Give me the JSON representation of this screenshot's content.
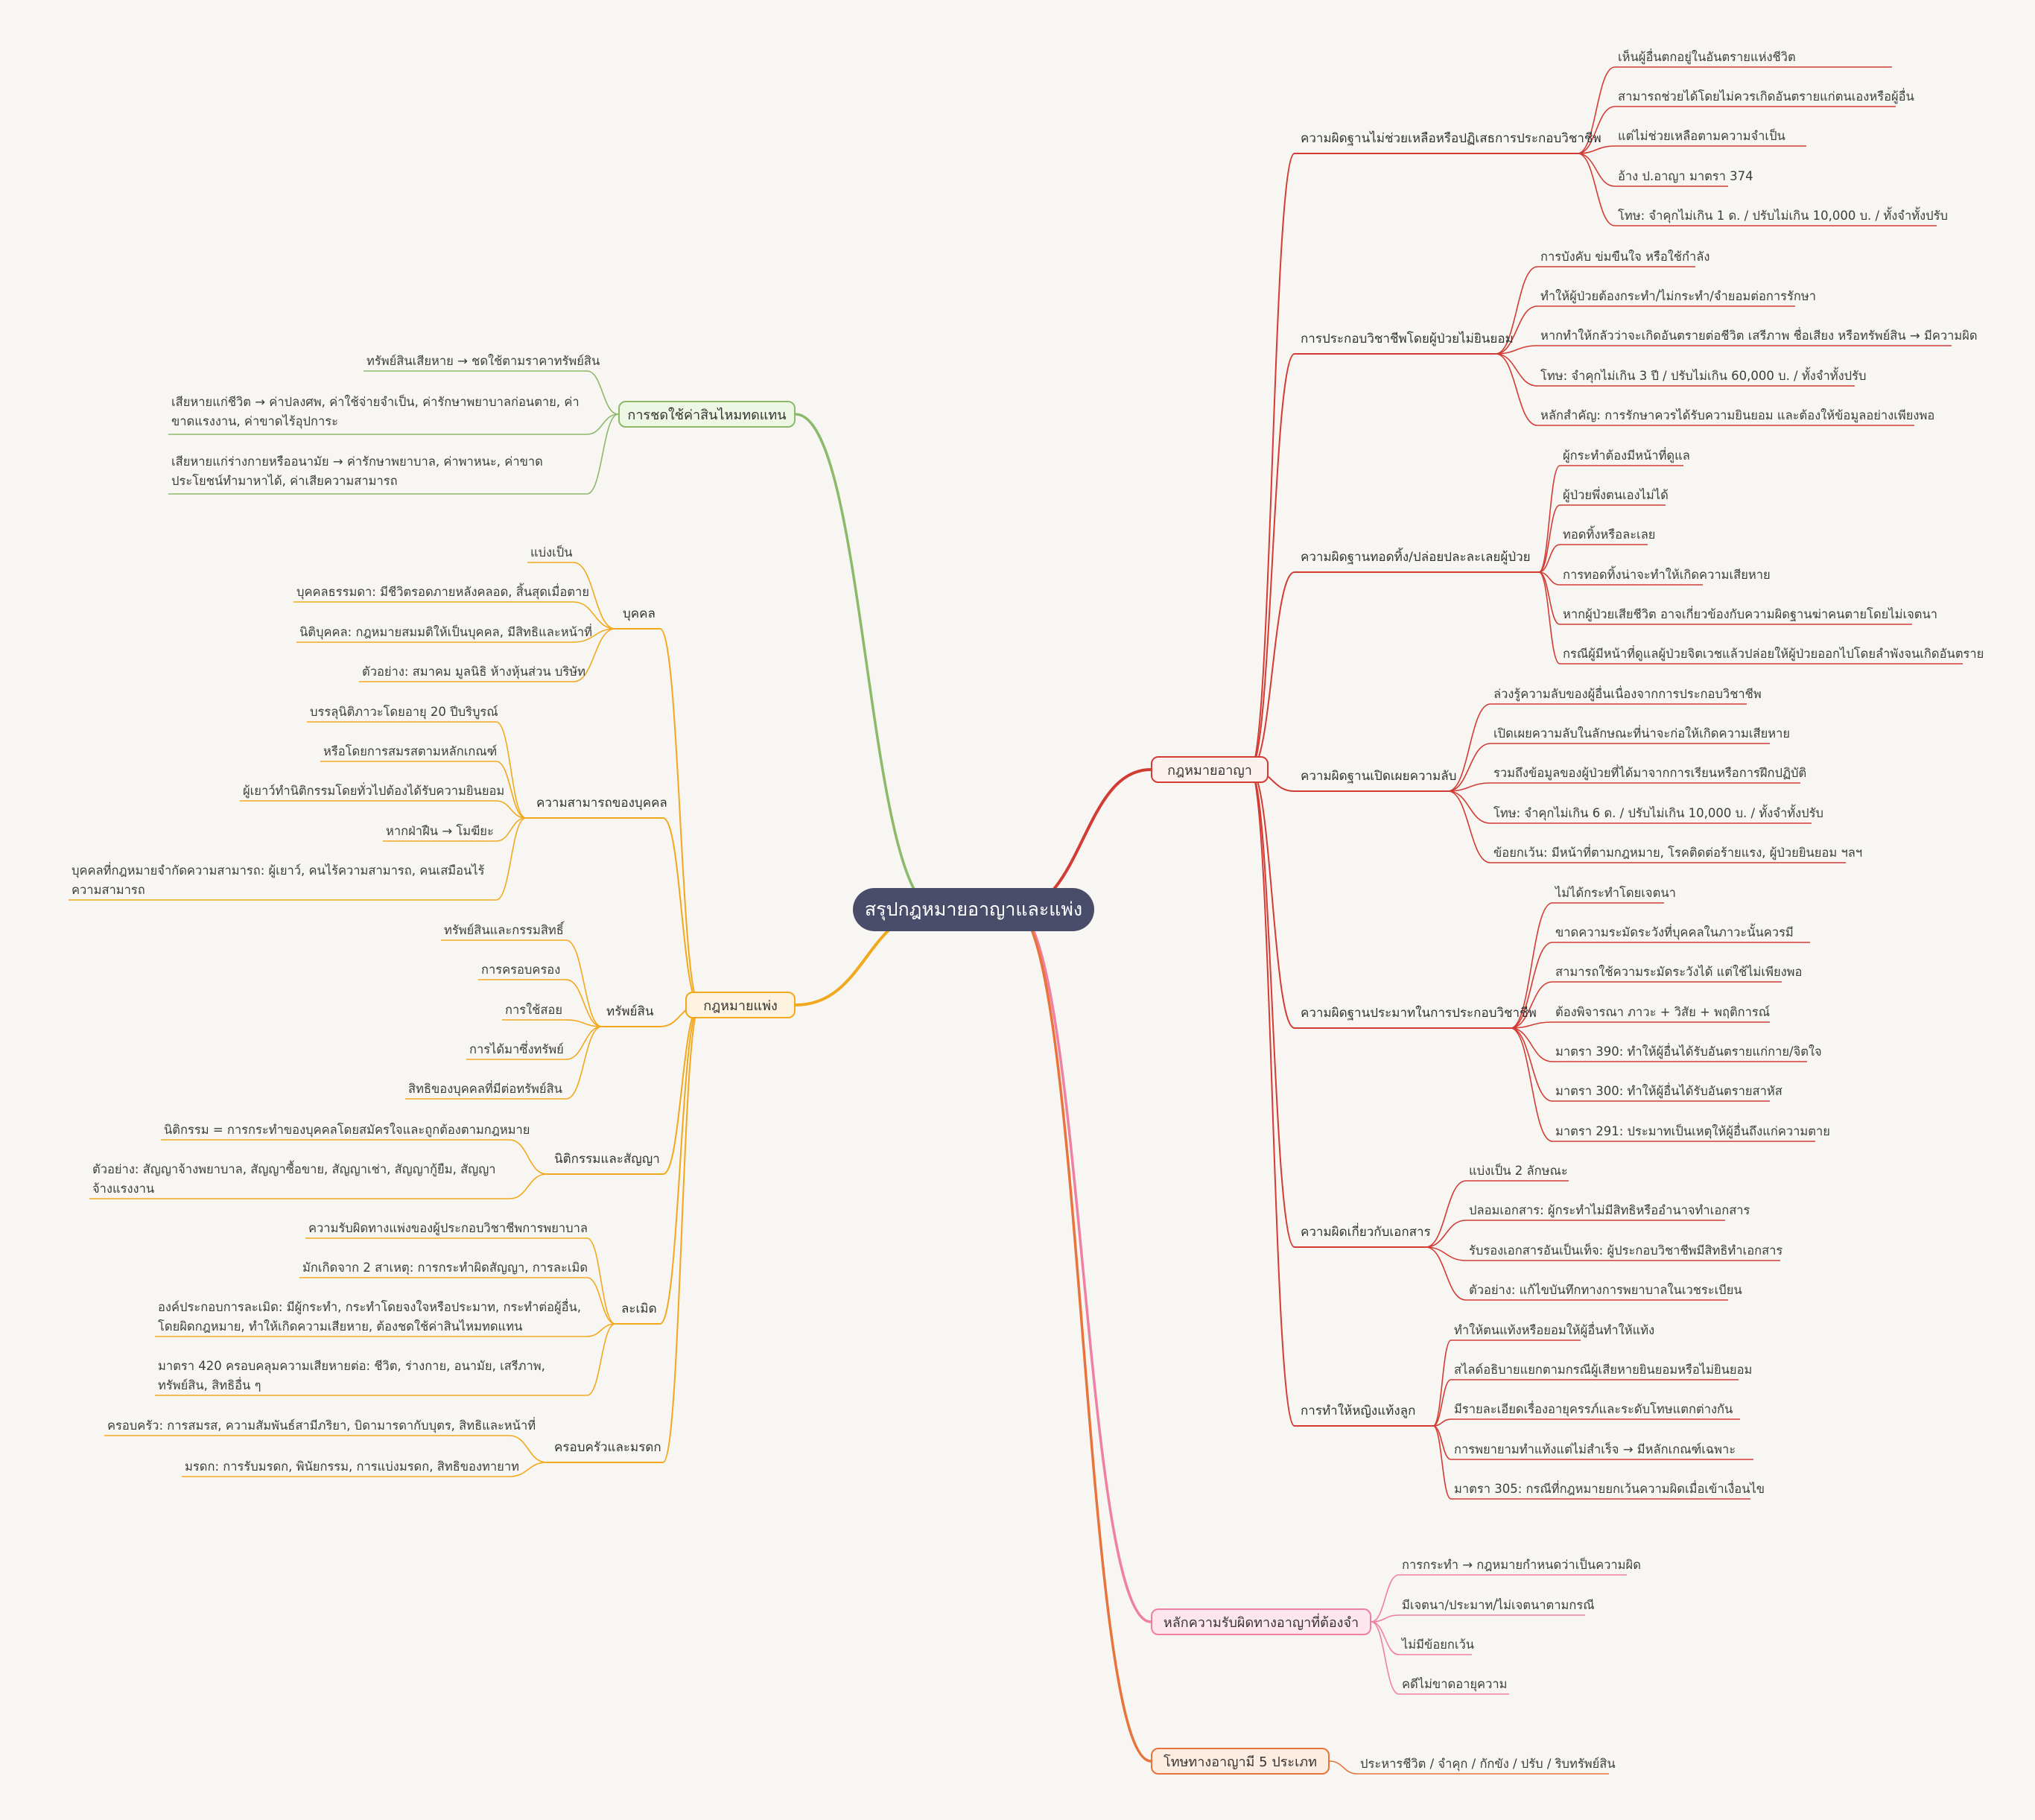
{
  "root": "สรุปกฎหมายอาญาและแพ่ง",
  "colors": {
    "root_bg": "#4a4d6a",
    "criminal": "#d23c34",
    "civil": "#f2a81d",
    "compensation": "#8cb96a",
    "principle": "#ef7fa3",
    "penalty": "#e8743b"
  },
  "branches": {
    "criminal": {
      "label": "กฎหมายอาญา",
      "groups": [
        {
          "label": "ความผิดฐานไม่ช่วยเหลือหรือปฏิเสธการประกอบวิชาชีพ",
          "items": [
            "เห็นผู้อื่นตกอยู่ในอันตรายแห่งชีวิต",
            "สามารถช่วยได้โดยไม่ควรเกิดอันตรายแก่ตนเองหรือผู้อื่น",
            "แต่ไม่ช่วยเหลือตามความจำเป็น",
            "อ้าง ป.อาญา มาตรา 374",
            "โทษ: จำคุกไม่เกิน 1 ด. / ปรับไม่เกิน 10,000 บ. / ทั้งจำทั้งปรับ"
          ]
        },
        {
          "label": "การประกอบวิชาชีพโดยผู้ป่วยไม่ยินยอม",
          "items": [
            "การบังคับ ข่มขืนใจ หรือใช้กำลัง",
            "ทำให้ผู้ป่วยต้องกระทำ/ไม่กระทำ/จำยอมต่อการรักษา",
            "หากทำให้กลัวว่าจะเกิดอันตรายต่อชีวิต เสรีภาพ ชื่อเสียง หรือทรัพย์สิน → มีความผิด",
            "โทษ: จำคุกไม่เกิน 3 ปี / ปรับไม่เกิน 60,000 บ. / ทั้งจำทั้งปรับ",
            "หลักสำคัญ: การรักษาควรได้รับความยินยอม และต้องให้ข้อมูลอย่างเพียงพอ"
          ]
        },
        {
          "label": "ความผิดฐานทอดทิ้ง/ปล่อยปละละเลยผู้ป่วย",
          "items": [
            "ผู้กระทำต้องมีหน้าที่ดูแล",
            "ผู้ป่วยพึ่งตนเองไม่ได้",
            "ทอดทิ้งหรือละเลย",
            "การทอดทิ้งน่าจะทำให้เกิดความเสียหาย",
            "หากผู้ป่วยเสียชีวิต อาจเกี่ยวข้องกับความผิดฐานฆ่าคนตายโดยไม่เจตนา",
            "กรณีผู้มีหน้าที่ดูแลผู้ป่วยจิตเวชแล้วปล่อยให้ผู้ป่วยออกไปโดยลำพังจนเกิดอันตราย"
          ]
        },
        {
          "label": "ความผิดฐานเปิดเผยความลับ",
          "items": [
            "ล่วงรู้ความลับของผู้อื่นเนื่องจากการประกอบวิชาชีพ",
            "เปิดเผยความลับในลักษณะที่น่าจะก่อให้เกิดความเสียหาย",
            "รวมถึงข้อมูลของผู้ป่วยที่ได้มาจากการเรียนหรือการฝึกปฏิบัติ",
            "โทษ: จำคุกไม่เกิน 6 ด. / ปรับไม่เกิน 10,000 บ. / ทั้งจำทั้งปรับ",
            "ข้อยกเว้น: มีหน้าที่ตามกฎหมาย, โรคติดต่อร้ายแรง, ผู้ป่วยยินยอม ฯลฯ"
          ]
        },
        {
          "label": "ความผิดฐานประมาทในการประกอบวิชาชีพ",
          "items": [
            "ไม่ได้กระทำโดยเจตนา",
            "ขาดความระมัดระวังที่บุคคลในภาวะนั้นควรมี",
            "สามารถใช้ความระมัดระวังได้ แต่ใช้ไม่เพียงพอ",
            "ต้องพิจารณา ภาวะ + วิสัย + พฤติการณ์",
            "มาตรา 390: ทำให้ผู้อื่นได้รับอันตรายแก่กาย/จิตใจ",
            "มาตรา 300: ทำให้ผู้อื่นได้รับอันตรายสาหัส",
            "มาตรา 291: ประมาทเป็นเหตุให้ผู้อื่นถึงแก่ความตาย"
          ]
        },
        {
          "label": "ความผิดเกี่ยวกับเอกสาร",
          "items": [
            "แบ่งเป็น 2 ลักษณะ",
            "ปลอมเอกสาร: ผู้กระทำไม่มีสิทธิหรืออำนาจทำเอกสาร",
            "รับรองเอกสารอันเป็นเท็จ: ผู้ประกอบวิชาชีพมีสิทธิทำเอกสาร",
            "ตัวอย่าง: แก้ไขบันทึกทางการพยาบาลในเวชระเบียน"
          ]
        },
        {
          "label": "การทำให้หญิงแท้งลูก",
          "items": [
            "ทำให้ตนแท้งหรือยอมให้ผู้อื่นทำให้แท้ง",
            "สไลด์อธิบายแยกตามกรณีผู้เสียหายยินยอมหรือไม่ยินยอม",
            "มีรายละเอียดเรื่องอายุครรภ์และระดับโทษแตกต่างกัน",
            "การพยายามทำแท้งแต่ไม่สำเร็จ → มีหลักเกณฑ์เฉพาะ",
            "มาตรา 305: กรณีที่กฎหมายยกเว้นความผิดเมื่อเข้าเงื่อนไข"
          ]
        }
      ]
    },
    "principle": {
      "label": "หลักความรับผิดทางอาญาที่ต้องจำ",
      "items": [
        "การกระทำ → กฎหมายกำหนดว่าเป็นความผิด",
        "มีเจตนา/ประมาท/ไม่เจตนาตามกรณี",
        "ไม่มีข้อยกเว้น",
        "คดีไม่ขาดอายุความ"
      ]
    },
    "penalty": {
      "label": "โทษทางอาญามี 5 ประเภท",
      "items": [
        "ประหารชีวิต / จำคุก / กักขัง / ปรับ / ริบทรัพย์สิน"
      ]
    },
    "compensation": {
      "label": "การชดใช้ค่าสินไหมทดแทน",
      "items": [
        "ทรัพย์สินเสียหาย → ชดใช้ตามราคาทรัพย์สิน",
        "เสียหายแก่ชีวิต → ค่าปลงศพ, ค่าใช้จ่ายจำเป็น, ค่ารักษาพยาบาลก่อนตาย, ค่าขาดแรงงาน, ค่าขาดไร้อุปการะ",
        "เสียหายแก่ร่างกายหรืออนามัย → ค่ารักษาพยาบาล, ค่าพาหนะ, ค่าขาดประโยชน์ทำมาหาได้, ค่าเสียความสามารถ"
      ]
    },
    "civil": {
      "label": "กฎหมายแพ่ง",
      "groups": [
        {
          "label": "บุคคล",
          "items": [
            "แบ่งเป็น",
            "บุคคลธรรมดา: มีชีวิตรอดภายหลังคลอด, สิ้นสุดเมื่อตาย",
            "นิติบุคคล: กฎหมายสมมติให้เป็นบุคคล, มีสิทธิและหน้าที่",
            "ตัวอย่าง: สมาคม มูลนิธิ ห้างหุ้นส่วน บริษัท"
          ]
        },
        {
          "label": "ความสามารถของบุคคล",
          "items": [
            "บรรลุนิติภาวะโดยอายุ 20 ปีบริบูรณ์",
            "หรือโดยการสมรสตามหลักเกณฑ์",
            "ผู้เยาว์ทำนิติกรรมโดยทั่วไปต้องได้รับความยินยอม",
            "หากฝ่าฝืน → โมฆียะ",
            "บุคคลที่กฎหมายจำกัดความสามารถ: ผู้เยาว์, คนไร้ความสามารถ, คนเสมือนไร้ความสามารถ"
          ]
        },
        {
          "label": "ทรัพย์สิน",
          "items": [
            "ทรัพย์สินและกรรมสิทธิ์",
            "การครอบครอง",
            "การใช้สอย",
            "การได้มาซึ่งทรัพย์",
            "สิทธิของบุคคลที่มีต่อทรัพย์สิน"
          ]
        },
        {
          "label": "นิติกรรมและสัญญา",
          "items": [
            "นิติกรรม = การกระทำของบุคคลโดยสมัครใจและถูกต้องตามกฎหมาย",
            "ตัวอย่าง: สัญญาจ้างพยาบาล, สัญญาซื้อขาย, สัญญาเช่า, สัญญากู้ยืม, สัญญาจ้างแรงงาน"
          ]
        },
        {
          "label": "ละเมิด",
          "items": [
            "ความรับผิดทางแพ่งของผู้ประกอบวิชาชีพการพยาบาล",
            "มักเกิดจาก 2 สาเหตุ: การกระทำผิดสัญญา, การละเมิด",
            "องค์ประกอบการละเมิด: มีผู้กระทำ, กระทำโดยจงใจหรือประมาท, กระทำต่อผู้อื่น, โดยผิดกฎหมาย, ทำให้เกิดความเสียหาย, ต้องชดใช้ค่าสินไหมทดแทน",
            "มาตรา 420 ครอบคลุมความเสียหายต่อ: ชีวิต, ร่างกาย, อนามัย, เสรีภาพ, ทรัพย์สิน, สิทธิอื่น ๆ"
          ]
        },
        {
          "label": "ครอบครัวและมรดก",
          "items": [
            "ครอบครัว: การสมรส, ความสัมพันธ์สามีภริยา, บิดามารดากับบุตร, สิทธิและหน้าที่",
            "มรดก: การรับมรดก, พินัยกรรม, การแบ่งมรดก, สิทธิของทายาท"
          ]
        }
      ]
    }
  }
}
